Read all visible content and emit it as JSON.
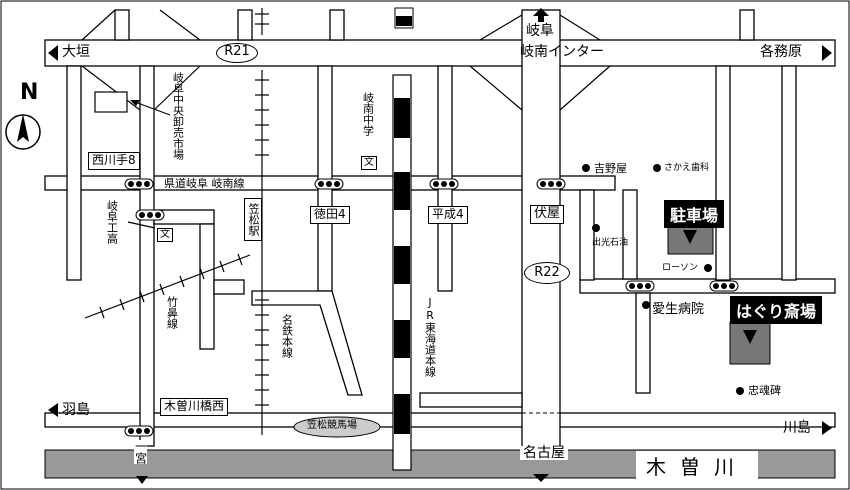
{
  "north": "N",
  "directions": {
    "west": "大垣",
    "east": "各務原",
    "north": "岐阜",
    "south": "名古屋",
    "southwest": "羽島",
    "southeast": "川島",
    "bottom_left": "一宮"
  },
  "roads": {
    "r21": "R21",
    "r22": "R22",
    "interchange": "岐南インター",
    "prefectural": "県道岐阜 岐南線"
  },
  "intersections": {
    "nishikawate": "西川手8",
    "tokuda": "徳田4",
    "heisei": "平成4",
    "fushiya": "伏屋",
    "kisogawabashi": "木曽川橋西"
  },
  "places": {
    "market": "岐阜中央卸売市場",
    "ginan_jhs": "岐南中学",
    "gifu_tech": "岐阜工高",
    "school_mark": "文",
    "kasamatsu_station": "笠松駅",
    "takehana_line": "竹鼻線",
    "meitetsu_line": "名鉄本線",
    "jr_line": "JR東海道本線",
    "racecourse": "笠松競馬場",
    "yoshinoya": "吉野屋",
    "sakae_dental": "さかえ歯科",
    "idemitsu": "出光石油",
    "lawson": "ローソン",
    "aisei_hospital": "愛生病院",
    "chukonhi": "忠魂碑",
    "parking": "駐車場",
    "hall": "はぐり斎場",
    "river": "木曽川"
  }
}
